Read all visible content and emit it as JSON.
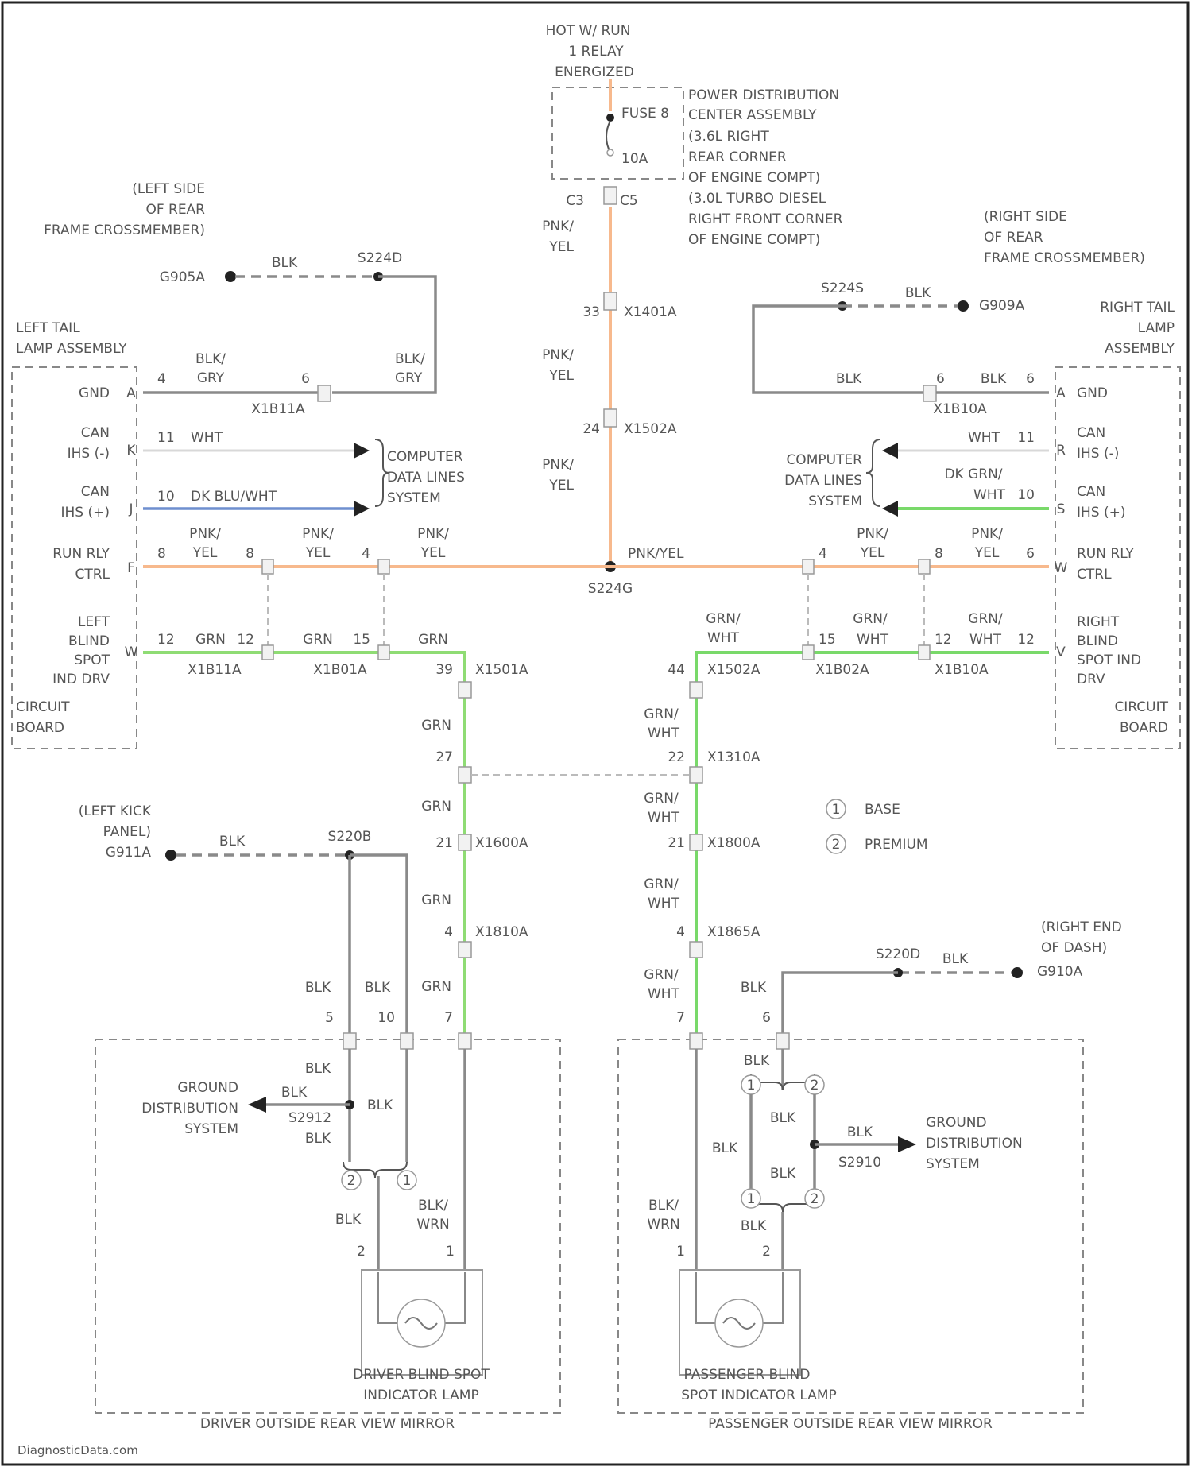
{
  "top": {
    "source": "HOT W/ RUN 1 RELAY ENERGIZED",
    "fuse_label": "FUSE 8",
    "fuse_rating": "10A",
    "pdc_label": "POWER DISTRIBUTION CENTER ASSEMBLY (3.6L RIGHT REAR CORNER OF ENGINE COMPT) (3.0L TURBO DIESEL RIGHT FRONT CORNER OF ENGINE COMPT)",
    "conn_c3": "C3",
    "conn_c5": "C5"
  },
  "pnk_wire_main": {
    "color": "PNK/ YEL",
    "splice": "S224G",
    "c1_pin": "33",
    "c1_name": "X1401A",
    "c2_pin": "24",
    "c2_name": "X1502A",
    "horiz_label": "PNK/YEL"
  },
  "left": {
    "ground_loc": "(LEFT SIDE OF REAR FRAME CROSSMEMBER)",
    "ground": "G905A",
    "ground_wire": "BLK",
    "splice": "S224D",
    "assembly": "LEFT TAIL LAMP ASSEMBLY",
    "pins": [
      {
        "pin": "A",
        "name": "GND",
        "num": "4",
        "wire": "BLK/ GRY"
      },
      {
        "pin": "K",
        "name": "CAN IHS (-)",
        "num": "11",
        "wire": "WHT"
      },
      {
        "pin": "J",
        "name": "CAN IHS (+)",
        "num": "10",
        "wire": "DK BLU/WHT"
      },
      {
        "pin": "F",
        "name": "RUN RLY CTRL",
        "num": "8",
        "wire": "PNK/ YEL"
      },
      {
        "pin": "W",
        "name": "LEFT BLIND SPOT IND DRV CIRCUIT BOARD",
        "num": "12",
        "wire": "GRN"
      }
    ],
    "gnd_conn_num": "6",
    "gnd_conn_name": "X1B11A",
    "gnd_wire2": "BLK/ GRY",
    "data_lines": "COMPUTER DATA LINES SYSTEM",
    "pnk_c1_pin": "8",
    "pnk_c2_pin": "4",
    "grn_c1_pin": "12",
    "grn_c1_name": "X1B11A",
    "grn_c2_pin": "15",
    "grn_c2_name": "X1B01A",
    "grn_c3_pin": "39",
    "grn_c3_name": "X1501A"
  },
  "right": {
    "ground_loc": "(RIGHT SIDE OF REAR FRAME CROSSMEMBER)",
    "ground": "G909A",
    "ground_wire": "BLK",
    "splice": "S224S",
    "assembly": "RIGHT TAIL LAMP ASSEMBLY",
    "pins": [
      {
        "pin": "A",
        "name": "GND",
        "num": "6",
        "wire": "BLK"
      },
      {
        "pin": "R",
        "name": "CAN IHS (-)",
        "num": "11",
        "wire": "WHT"
      },
      {
        "pin": "S",
        "name": "CAN IHS (+)",
        "num": "10",
        "wire": "DK GRN/ WHT"
      },
      {
        "pin": "W",
        "name": "RUN RLY CTRL",
        "num": "6",
        "wire": "PNK/ YEL"
      },
      {
        "pin": "V",
        "name": "RIGHT BLIND SPOT IND DRV CIRCUIT BOARD",
        "num": "12",
        "wire": "GRN/ WHT"
      }
    ],
    "gnd_conn_num": "6",
    "gnd_conn_name": "X1B10A",
    "data_lines": "COMPUTER DATA LINES SYSTEM",
    "pnk_c1_pin": "4",
    "pnk_c2_pin": "8",
    "grn_c1_pin": "44",
    "grn_c1_name": "X1502A",
    "grn_c2_pin": "15",
    "grn_c2_name": "X1B02A",
    "grn_c3_pin": "12",
    "grn_c3_name": "X1B10A"
  },
  "left_trunk": {
    "wire": "GRN",
    "conns": [
      {
        "pin": "27",
        "name": ""
      },
      {
        "pin": "21",
        "name": "X1600A"
      },
      {
        "pin": "4",
        "name": "X1810A"
      }
    ]
  },
  "right_trunk": {
    "wire": "GRN/ WHT",
    "conns": [
      {
        "pin": "22",
        "name": "X1310A"
      },
      {
        "pin": "21",
        "name": "X1800A"
      },
      {
        "pin": "4",
        "name": "X1865A"
      }
    ]
  },
  "legend": {
    "base": "BASE",
    "premium": "PREMIUM",
    "n1": "1",
    "n2": "2"
  },
  "left_mirror": {
    "kick_loc": "(LEFT KICK PANEL)",
    "ground": "G911A",
    "splice": "S220B",
    "wire": "BLK",
    "pin5": "5",
    "pin10": "10",
    "pin7": "7",
    "gnd_dist": "GROUND DISTRIBUTION SYSTEM",
    "splice2": "S2912",
    "lamp_wire": "BLK/ WRN",
    "lamp_pin1": "1",
    "lamp_pin2": "2",
    "lamp": "DRIVER BLIND SPOT INDICATOR LAMP",
    "mirror": "DRIVER OUTSIDE REAR VIEW MIRROR"
  },
  "right_mirror": {
    "dash_loc": "(RIGHT END OF DASH)",
    "ground": "G910A",
    "splice": "S220D",
    "wire": "BLK",
    "pin7": "7",
    "pin6": "6",
    "gnd_dist": "GROUND DISTRIBUTION SYSTEM",
    "splice2": "S2910",
    "lamp_wire": "BLK/ WRN",
    "lamp_pin1": "1",
    "lamp_pin2": "2",
    "lamp": "PASSENGER BLIND SPOT INDICATOR LAMP",
    "mirror": "PASSENGER OUTSIDE REAR VIEW MIRROR"
  },
  "footer": "DiagnosticData.com"
}
